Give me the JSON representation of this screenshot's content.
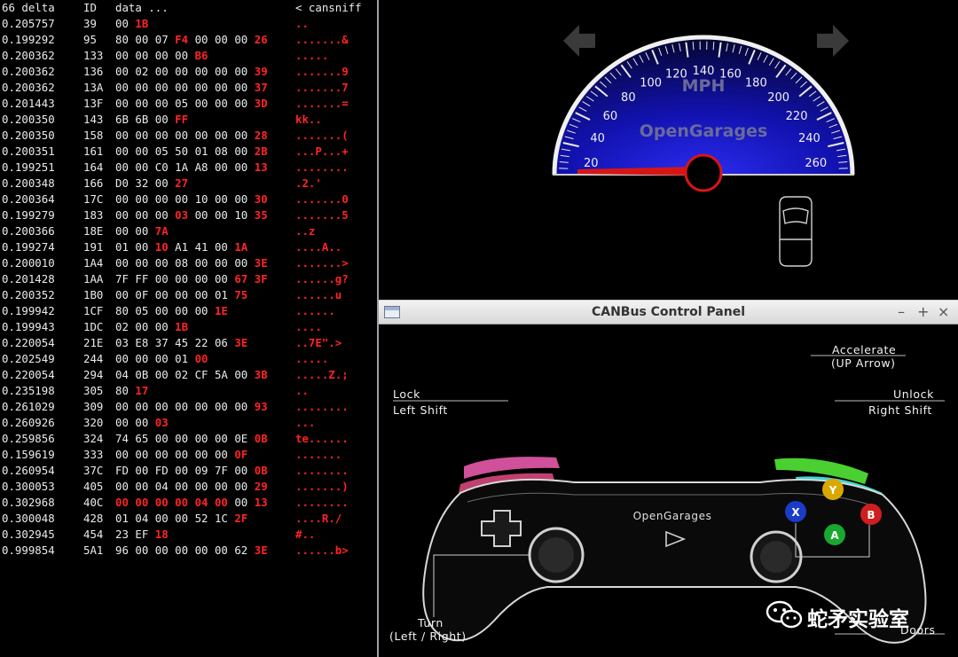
{
  "terminal": {
    "header": [
      "66 delta",
      "ID",
      "data ...",
      "< cansniff"
    ],
    "rows": [
      {
        "delta": "0.205757",
        "id": "39",
        "data": [
          [
            "00",
            0
          ],
          [
            "1B",
            1
          ]
        ],
        "ascii": ".."
      },
      {
        "delta": "0.199292",
        "id": "95",
        "data": [
          [
            "80",
            0
          ],
          [
            "00",
            0
          ],
          [
            "07",
            0
          ],
          [
            "F4",
            1
          ],
          [
            "00",
            0
          ],
          [
            "00",
            0
          ],
          [
            "00",
            0
          ],
          [
            "26",
            1
          ]
        ],
        "ascii": ".......&"
      },
      {
        "delta": "0.200362",
        "id": "133",
        "data": [
          [
            "00",
            0
          ],
          [
            "00",
            0
          ],
          [
            "00",
            0
          ],
          [
            "00",
            0
          ],
          [
            "B6",
            1
          ]
        ],
        "ascii": "....."
      },
      {
        "delta": "0.200362",
        "id": "136",
        "data": [
          [
            "00",
            0
          ],
          [
            "02",
            0
          ],
          [
            "00",
            0
          ],
          [
            "00",
            0
          ],
          [
            "00",
            0
          ],
          [
            "00",
            0
          ],
          [
            "00",
            0
          ],
          [
            "39",
            1
          ]
        ],
        "ascii": ".......9"
      },
      {
        "delta": "0.200362",
        "id": "13A",
        "data": [
          [
            "00",
            0
          ],
          [
            "00",
            0
          ],
          [
            "00",
            0
          ],
          [
            "00",
            0
          ],
          [
            "00",
            0
          ],
          [
            "00",
            0
          ],
          [
            "00",
            0
          ],
          [
            "37",
            1
          ]
        ],
        "ascii": ".......7"
      },
      {
        "delta": "0.201443",
        "id": "13F",
        "data": [
          [
            "00",
            0
          ],
          [
            "00",
            0
          ],
          [
            "00",
            0
          ],
          [
            "05",
            0
          ],
          [
            "00",
            0
          ],
          [
            "00",
            0
          ],
          [
            "00",
            0
          ],
          [
            "3D",
            1
          ]
        ],
        "ascii": ".......="
      },
      {
        "delta": "0.200350",
        "id": "143",
        "data": [
          [
            "6B",
            0
          ],
          [
            "6B",
            0
          ],
          [
            "00",
            0
          ],
          [
            "FF",
            1
          ]
        ],
        "ascii": "kk.."
      },
      {
        "delta": "0.200350",
        "id": "158",
        "data": [
          [
            "00",
            0
          ],
          [
            "00",
            0
          ],
          [
            "00",
            0
          ],
          [
            "00",
            0
          ],
          [
            "00",
            0
          ],
          [
            "00",
            0
          ],
          [
            "00",
            0
          ],
          [
            "28",
            1
          ]
        ],
        "ascii": ".......("
      },
      {
        "delta": "0.200351",
        "id": "161",
        "data": [
          [
            "00",
            0
          ],
          [
            "00",
            0
          ],
          [
            "05",
            0
          ],
          [
            "50",
            0
          ],
          [
            "01",
            0
          ],
          [
            "08",
            0
          ],
          [
            "00",
            0
          ],
          [
            "2B",
            1
          ]
        ],
        "ascii": "...P...+"
      },
      {
        "delta": "0.199251",
        "id": "164",
        "data": [
          [
            "00",
            0
          ],
          [
            "00",
            0
          ],
          [
            "C0",
            0
          ],
          [
            "1A",
            0
          ],
          [
            "A8",
            0
          ],
          [
            "00",
            0
          ],
          [
            "00",
            0
          ],
          [
            "13",
            1
          ]
        ],
        "ascii": "........"
      },
      {
        "delta": "0.200348",
        "id": "166",
        "data": [
          [
            "D0",
            0
          ],
          [
            "32",
            0
          ],
          [
            "00",
            0
          ],
          [
            "27",
            1
          ]
        ],
        "ascii": ".2.'"
      },
      {
        "delta": "0.200364",
        "id": "17C",
        "data": [
          [
            "00",
            0
          ],
          [
            "00",
            0
          ],
          [
            "00",
            0
          ],
          [
            "00",
            0
          ],
          [
            "10",
            0
          ],
          [
            "00",
            0
          ],
          [
            "00",
            0
          ],
          [
            "30",
            1
          ]
        ],
        "ascii": ".......0"
      },
      {
        "delta": "0.199279",
        "id": "183",
        "data": [
          [
            "00",
            0
          ],
          [
            "00",
            0
          ],
          [
            "00",
            0
          ],
          [
            "03",
            1
          ],
          [
            "00",
            0
          ],
          [
            "00",
            0
          ],
          [
            "10",
            0
          ],
          [
            "35",
            1
          ]
        ],
        "ascii": ".......5"
      },
      {
        "delta": "0.200366",
        "id": "18E",
        "data": [
          [
            "00",
            0
          ],
          [
            "00",
            0
          ],
          [
            "7A",
            1
          ]
        ],
        "ascii": "..z"
      },
      {
        "delta": "0.199274",
        "id": "191",
        "data": [
          [
            "01",
            0
          ],
          [
            "00",
            0
          ],
          [
            "10",
            1
          ],
          [
            "A1",
            0
          ],
          [
            "41",
            0
          ],
          [
            "00",
            0
          ],
          [
            "1A",
            1
          ]
        ],
        "ascii": "....A.."
      },
      {
        "delta": "0.200010",
        "id": "1A4",
        "data": [
          [
            "00",
            0
          ],
          [
            "00",
            0
          ],
          [
            "00",
            0
          ],
          [
            "08",
            0
          ],
          [
            "00",
            0
          ],
          [
            "00",
            0
          ],
          [
            "00",
            0
          ],
          [
            "3E",
            1
          ]
        ],
        "ascii": ".......>"
      },
      {
        "delta": "0.201428",
        "id": "1AA",
        "data": [
          [
            "7F",
            0
          ],
          [
            "FF",
            0
          ],
          [
            "00",
            0
          ],
          [
            "00",
            0
          ],
          [
            "00",
            0
          ],
          [
            "00",
            0
          ],
          [
            "67",
            1
          ],
          [
            "3F",
            1
          ]
        ],
        "ascii": "......g?"
      },
      {
        "delta": "0.200352",
        "id": "1B0",
        "data": [
          [
            "00",
            0
          ],
          [
            "0F",
            0
          ],
          [
            "00",
            0
          ],
          [
            "00",
            0
          ],
          [
            "00",
            0
          ],
          [
            "01",
            0
          ],
          [
            "75",
            1
          ]
        ],
        "ascii": "......u"
      },
      {
        "delta": "0.199942",
        "id": "1CF",
        "data": [
          [
            "80",
            0
          ],
          [
            "05",
            0
          ],
          [
            "00",
            0
          ],
          [
            "00",
            0
          ],
          [
            "00",
            0
          ],
          [
            "1E",
            1
          ]
        ],
        "ascii": "......"
      },
      {
        "delta": "0.199943",
        "id": "1DC",
        "data": [
          [
            "02",
            0
          ],
          [
            "00",
            0
          ],
          [
            "00",
            0
          ],
          [
            "1B",
            1
          ]
        ],
        "ascii": "...."
      },
      {
        "delta": "0.220054",
        "id": "21E",
        "data": [
          [
            "03",
            0
          ],
          [
            "E8",
            0
          ],
          [
            "37",
            0
          ],
          [
            "45",
            0
          ],
          [
            "22",
            0
          ],
          [
            "06",
            0
          ],
          [
            "3E",
            1
          ]
        ],
        "ascii": "..7E\".>"
      },
      {
        "delta": "0.202549",
        "id": "244",
        "data": [
          [
            "00",
            0
          ],
          [
            "00",
            0
          ],
          [
            "00",
            0
          ],
          [
            "01",
            0
          ],
          [
            "00",
            1
          ]
        ],
        "ascii": "....."
      },
      {
        "delta": "0.220054",
        "id": "294",
        "data": [
          [
            "04",
            0
          ],
          [
            "0B",
            0
          ],
          [
            "00",
            0
          ],
          [
            "02",
            0
          ],
          [
            "CF",
            0
          ],
          [
            "5A",
            0
          ],
          [
            "00",
            0
          ],
          [
            "3B",
            1
          ]
        ],
        "ascii": ".....Z.;"
      },
      {
        "delta": "0.235198",
        "id": "305",
        "data": [
          [
            "80",
            0
          ],
          [
            "17",
            1
          ]
        ],
        "ascii": ".."
      },
      {
        "delta": "0.261029",
        "id": "309",
        "data": [
          [
            "00",
            0
          ],
          [
            "00",
            0
          ],
          [
            "00",
            0
          ],
          [
            "00",
            0
          ],
          [
            "00",
            0
          ],
          [
            "00",
            0
          ],
          [
            "00",
            0
          ],
          [
            "93",
            1
          ]
        ],
        "ascii": "........"
      },
      {
        "delta": "0.260926",
        "id": "320",
        "data": [
          [
            "00",
            0
          ],
          [
            "00",
            0
          ],
          [
            "03",
            1
          ]
        ],
        "ascii": "..."
      },
      {
        "delta": "0.259856",
        "id": "324",
        "data": [
          [
            "74",
            0
          ],
          [
            "65",
            0
          ],
          [
            "00",
            0
          ],
          [
            "00",
            0
          ],
          [
            "00",
            0
          ],
          [
            "00",
            0
          ],
          [
            "0E",
            0
          ],
          [
            "0B",
            1
          ]
        ],
        "ascii": "te......"
      },
      {
        "delta": "0.159619",
        "id": "333",
        "data": [
          [
            "00",
            0
          ],
          [
            "00",
            0
          ],
          [
            "00",
            0
          ],
          [
            "00",
            0
          ],
          [
            "00",
            0
          ],
          [
            "00",
            0
          ],
          [
            "0F",
            1
          ]
        ],
        "ascii": "......."
      },
      {
        "delta": "0.260954",
        "id": "37C",
        "data": [
          [
            "FD",
            0
          ],
          [
            "00",
            0
          ],
          [
            "FD",
            0
          ],
          [
            "00",
            0
          ],
          [
            "09",
            0
          ],
          [
            "7F",
            0
          ],
          [
            "00",
            0
          ],
          [
            "0B",
            1
          ]
        ],
        "ascii": "........"
      },
      {
        "delta": "0.300053",
        "id": "405",
        "data": [
          [
            "00",
            0
          ],
          [
            "00",
            0
          ],
          [
            "04",
            0
          ],
          [
            "00",
            0
          ],
          [
            "00",
            0
          ],
          [
            "00",
            0
          ],
          [
            "00",
            0
          ],
          [
            "29",
            1
          ]
        ],
        "ascii": ".......)"
      },
      {
        "delta": "0.302968",
        "id": "40C",
        "data": [
          [
            "00",
            1
          ],
          [
            "00",
            1
          ],
          [
            "00",
            1
          ],
          [
            "00",
            1
          ],
          [
            "04",
            1
          ],
          [
            "00",
            1
          ],
          [
            "00",
            0
          ],
          [
            "13",
            1
          ]
        ],
        "ascii": "........"
      },
      {
        "delta": "0.300048",
        "id": "428",
        "data": [
          [
            "01",
            0
          ],
          [
            "04",
            0
          ],
          [
            "00",
            0
          ],
          [
            "00",
            0
          ],
          [
            "52",
            0
          ],
          [
            "1C",
            0
          ],
          [
            "2F",
            1
          ]
        ],
        "ascii": "....R./"
      },
      {
        "delta": "0.302945",
        "id": "454",
        "data": [
          [
            "23",
            0
          ],
          [
            "EF",
            0
          ],
          [
            "18",
            1
          ]
        ],
        "ascii": "#.."
      },
      {
        "delta": "0.999854",
        "id": "5A1",
        "data": [
          [
            "96",
            0
          ],
          [
            "00",
            0
          ],
          [
            "00",
            0
          ],
          [
            "00",
            0
          ],
          [
            "00",
            0
          ],
          [
            "00",
            0
          ],
          [
            "62",
            0
          ],
          [
            "3E",
            1
          ]
        ],
        "ascii": "......b>"
      }
    ]
  },
  "speedometer": {
    "unit": "MPH",
    "brand": "OpenGarages",
    "ticks": [
      "20",
      "40",
      "60",
      "80",
      "100",
      "120",
      "140",
      "160",
      "180",
      "200",
      "220",
      "240",
      "260"
    ],
    "speed": 0,
    "needle_color": "#d81515",
    "dial_color": "#1414c8"
  },
  "control_panel": {
    "title": "CANBus Control Panel",
    "window_buttons": {
      "minimize": "–",
      "maximize": "+",
      "close": "×"
    },
    "labels": {
      "accelerate": "Accelerate",
      "accelerate_key": "(UP Arrow)",
      "lock": "Lock",
      "lock_key": "Left Shift",
      "unlock": "Unlock",
      "unlock_key": "Right Shift",
      "brand": "OpenGarages",
      "turn": "Turn",
      "turn_key": "(Left / Right)",
      "doors": "Doors"
    },
    "face_buttons": {
      "y": "Y",
      "x": "X",
      "b": "B",
      "a": "A"
    },
    "button_colors": {
      "y": "#d9a800",
      "x": "#1a3cc8",
      "b": "#d01e1e",
      "a": "#19a82e"
    }
  },
  "watermark": {
    "text": "蛇矛实验室"
  }
}
